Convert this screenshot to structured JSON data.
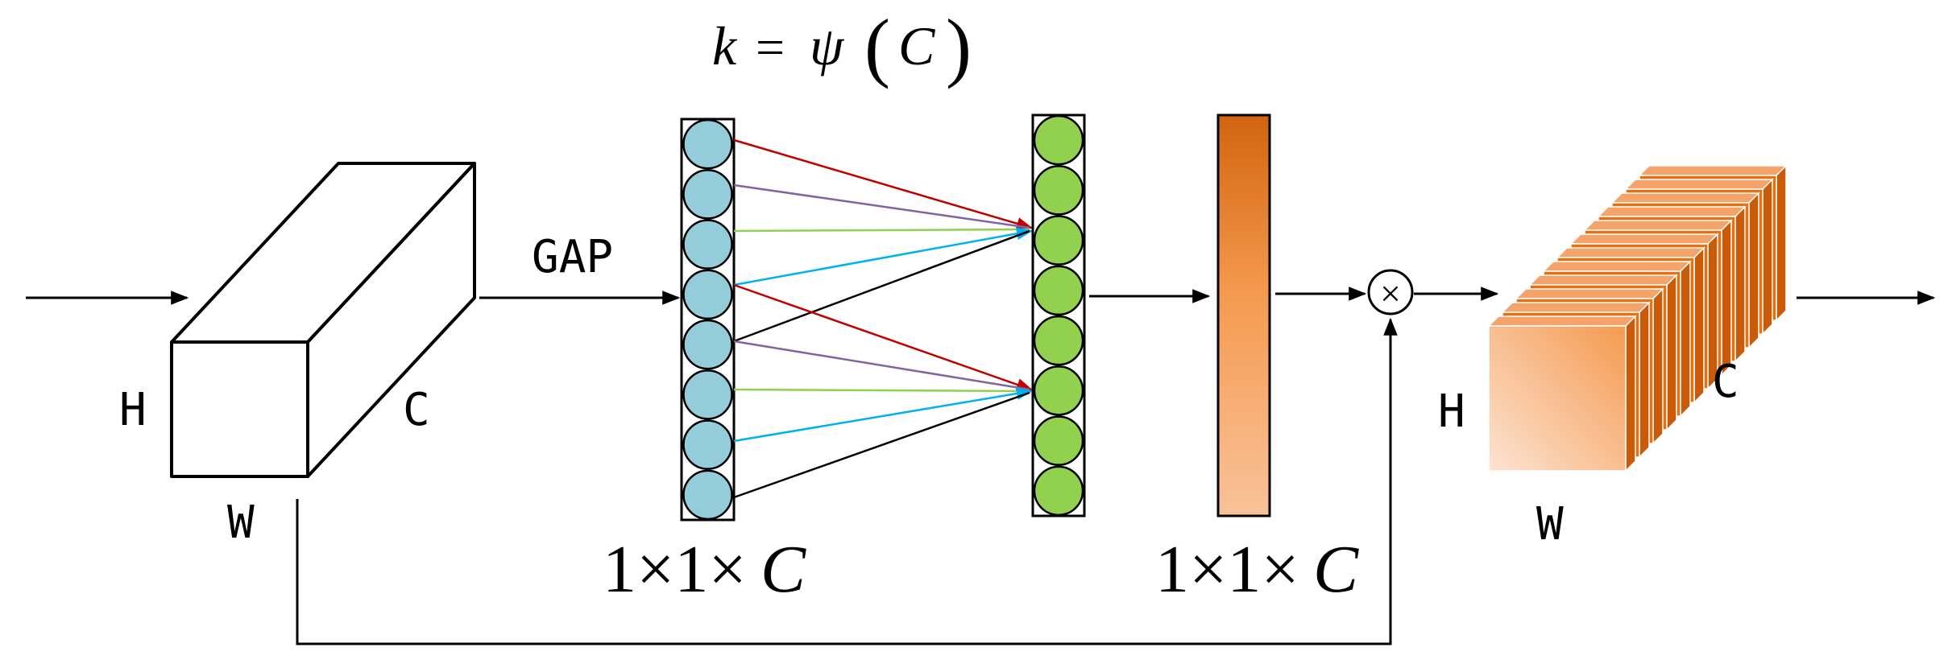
{
  "formula": {
    "lhs": "k",
    "eq": "=",
    "fn": "ψ",
    "open": "(",
    "arg": "C",
    "close": ")"
  },
  "input_block": {
    "height_label": "H",
    "width_label": "W",
    "channel_label": "C"
  },
  "gap_label": "GAP",
  "pooled_vector": {
    "node_count": 8,
    "node_color": "#95CCD9",
    "dim_prefix": "1×1×",
    "dim_var": "C"
  },
  "conv_vector": {
    "node_count": 8,
    "node_color": "#92D050"
  },
  "weight_vector": {
    "gradient_top": "#D2640F",
    "gradient_mid": "#F59A50",
    "gradient_bottom": "#F9C29A",
    "dim_prefix": "1×1×",
    "dim_var": "C"
  },
  "multiply_symbol": "×",
  "output_block": {
    "height_label": "H",
    "width_label": "W",
    "channel_label": "C",
    "slice_color": "#E8700F"
  },
  "connection_colors": {
    "red": "#C00000",
    "purple": "#8064A2",
    "green": "#92D050",
    "blue": "#00B0F0",
    "black": "#000000"
  }
}
